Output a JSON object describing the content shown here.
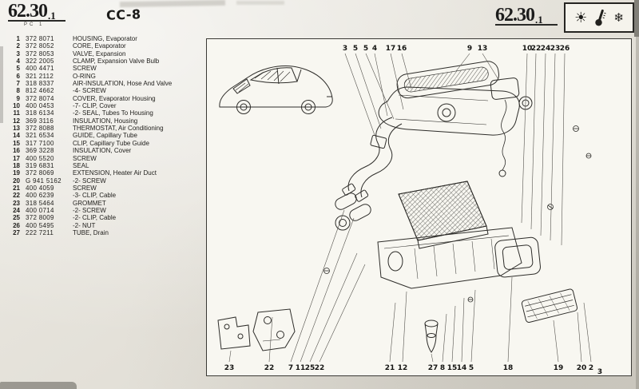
{
  "header_left": {
    "code": "62.30",
    "sub": ".1",
    "small": "PC 1",
    "doc_code": "CC-8"
  },
  "header_right": {
    "code": "62.30",
    "sub": ".1"
  },
  "climate_icons": {
    "sun": "☀",
    "snowflake": "❄"
  },
  "parts_list": [
    {
      "num": "1",
      "part_number": "372 8071",
      "description": "HOUSING, Evaporator"
    },
    {
      "num": "2",
      "part_number": "372 8052",
      "description": "CORE, Evaporator"
    },
    {
      "num": "3",
      "part_number": "372 8053",
      "description": "VALVE, Expansion"
    },
    {
      "num": "4",
      "part_number": "322 2005",
      "description": "CLAMP, Expansion Valve Bulb"
    },
    {
      "num": "5",
      "part_number": "400 4471",
      "description": "SCREW"
    },
    {
      "num": "6",
      "part_number": "321 2112",
      "description": "O-RING"
    },
    {
      "num": "7",
      "part_number": "318 8337",
      "description": "AIR-INSULATION, Hose And Valve"
    },
    {
      "num": "8",
      "part_number": "812 4662",
      "description": "-4- SCREW"
    },
    {
      "num": "9",
      "part_number": "372 8074",
      "description": "COVER, Evaporator Housing"
    },
    {
      "num": "10",
      "part_number": "400 0453",
      "description": "-7- CLIP, Cover"
    },
    {
      "num": "11",
      "part_number": "318 6134",
      "description": "-2- SEAL, Tubes To Housing"
    },
    {
      "num": "12",
      "part_number": "369 3116",
      "description": "INSULATION, Housing"
    },
    {
      "num": "13",
      "part_number": "372 8088",
      "description": "THERMOSTAT, Air Conditioning"
    },
    {
      "num": "14",
      "part_number": "321 6534",
      "description": "GUIDE, Capillary Tube"
    },
    {
      "num": "15",
      "part_number": "317 7100",
      "description": "CLIP, Capillary Tube Guide"
    },
    {
      "num": "16",
      "part_number": "369 3228",
      "description": "INSULATION, Cover"
    },
    {
      "num": "17",
      "part_number": "400 5520",
      "description": "SCREW"
    },
    {
      "num": "18",
      "part_number": "319 6831",
      "description": "SEAL"
    },
    {
      "num": "19",
      "part_number": "372 8069",
      "description": "EXTENSION, Heater Air Duct"
    },
    {
      "num": "20",
      "part_number": "G 941 5162",
      "description": "-2- SCREW"
    },
    {
      "num": "21",
      "part_number": "400 4059",
      "description": "SCREW"
    },
    {
      "num": "22",
      "part_number": "400 6239",
      "description": "-3- CLIP, Cable"
    },
    {
      "num": "23",
      "part_number": "318 5464",
      "description": "GROMMET"
    },
    {
      "num": "24",
      "part_number": "400 0714",
      "description": "-2- SCREW"
    },
    {
      "num": "25",
      "part_number": "372 8009",
      "description": "-2- CLIP, Cable"
    },
    {
      "num": "26",
      "part_number": "400 5495",
      "description": "-2- NUT"
    },
    {
      "num": "27",
      "part_number": "222 7211",
      "description": "TUBE, Drain"
    }
  ],
  "diagram": {
    "top_callouts": [
      "3",
      "5",
      "5",
      "4",
      "17",
      "16",
      "9",
      "13",
      "10",
      "22",
      "24",
      "23",
      "26"
    ],
    "bottom_callouts": [
      "23",
      "22",
      "7",
      "11",
      "25",
      "22",
      "21",
      "12",
      "27",
      "8",
      "15",
      "14",
      "5",
      "18",
      "19",
      "20",
      "2",
      "3"
    ]
  }
}
